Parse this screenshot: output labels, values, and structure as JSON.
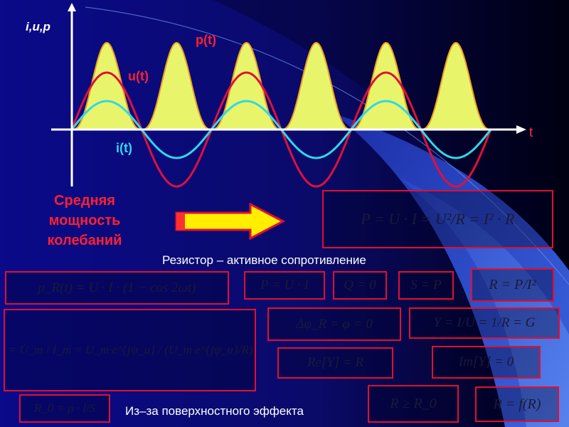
{
  "axis": {
    "y_label": "i,u,p",
    "x_label": "t"
  },
  "curves": {
    "p_label": "p(t)",
    "u_label": "u(t)",
    "i_label": "i(t)"
  },
  "colors": {
    "power_fill": "#e8f56a",
    "power_stroke": "#f0a020",
    "voltage": "#e0103a",
    "current": "#30d8e8",
    "label_red": "#ff2030",
    "box_border": "#e01030",
    "arrow": "#ffee00"
  },
  "oscillation": {
    "voltage_amplitude": 1.0,
    "current_amplitude": 0.5,
    "periods_shown": 3
  },
  "left_text": {
    "line1": "Средняя",
    "line2": "мощность",
    "line3": "колебаний"
  },
  "captions": {
    "resistor": "Резистор – активное сопротивление",
    "skin": "Из–за поверхностного эффекта"
  },
  "formulas": {
    "avg_power": "P = U · I = U²/R = I² · R",
    "p_r": "p_R(t) = U · I · (1 − cos 2ωt)",
    "p_ui": "P = U · I",
    "q_zero": "Q = 0",
    "s_p": "S = P",
    "r_from_p": "R = P/I²",
    "z_r": "Z_R = U̇_m / İ_m = U_m·e^{jψ_u} / (U_m·e^{jψ_u}/R) = R",
    "phase": "Δφ_R = φ = 0",
    "admittance": "Y = I/U = 1/R = G",
    "re_y": "Re[Y] = R",
    "im_y": "Im[Y] = 0",
    "r_skin": "R_0 = ρ · l/S",
    "r_compare": "R ≥ R_0",
    "r_func": "R = f(R)"
  }
}
